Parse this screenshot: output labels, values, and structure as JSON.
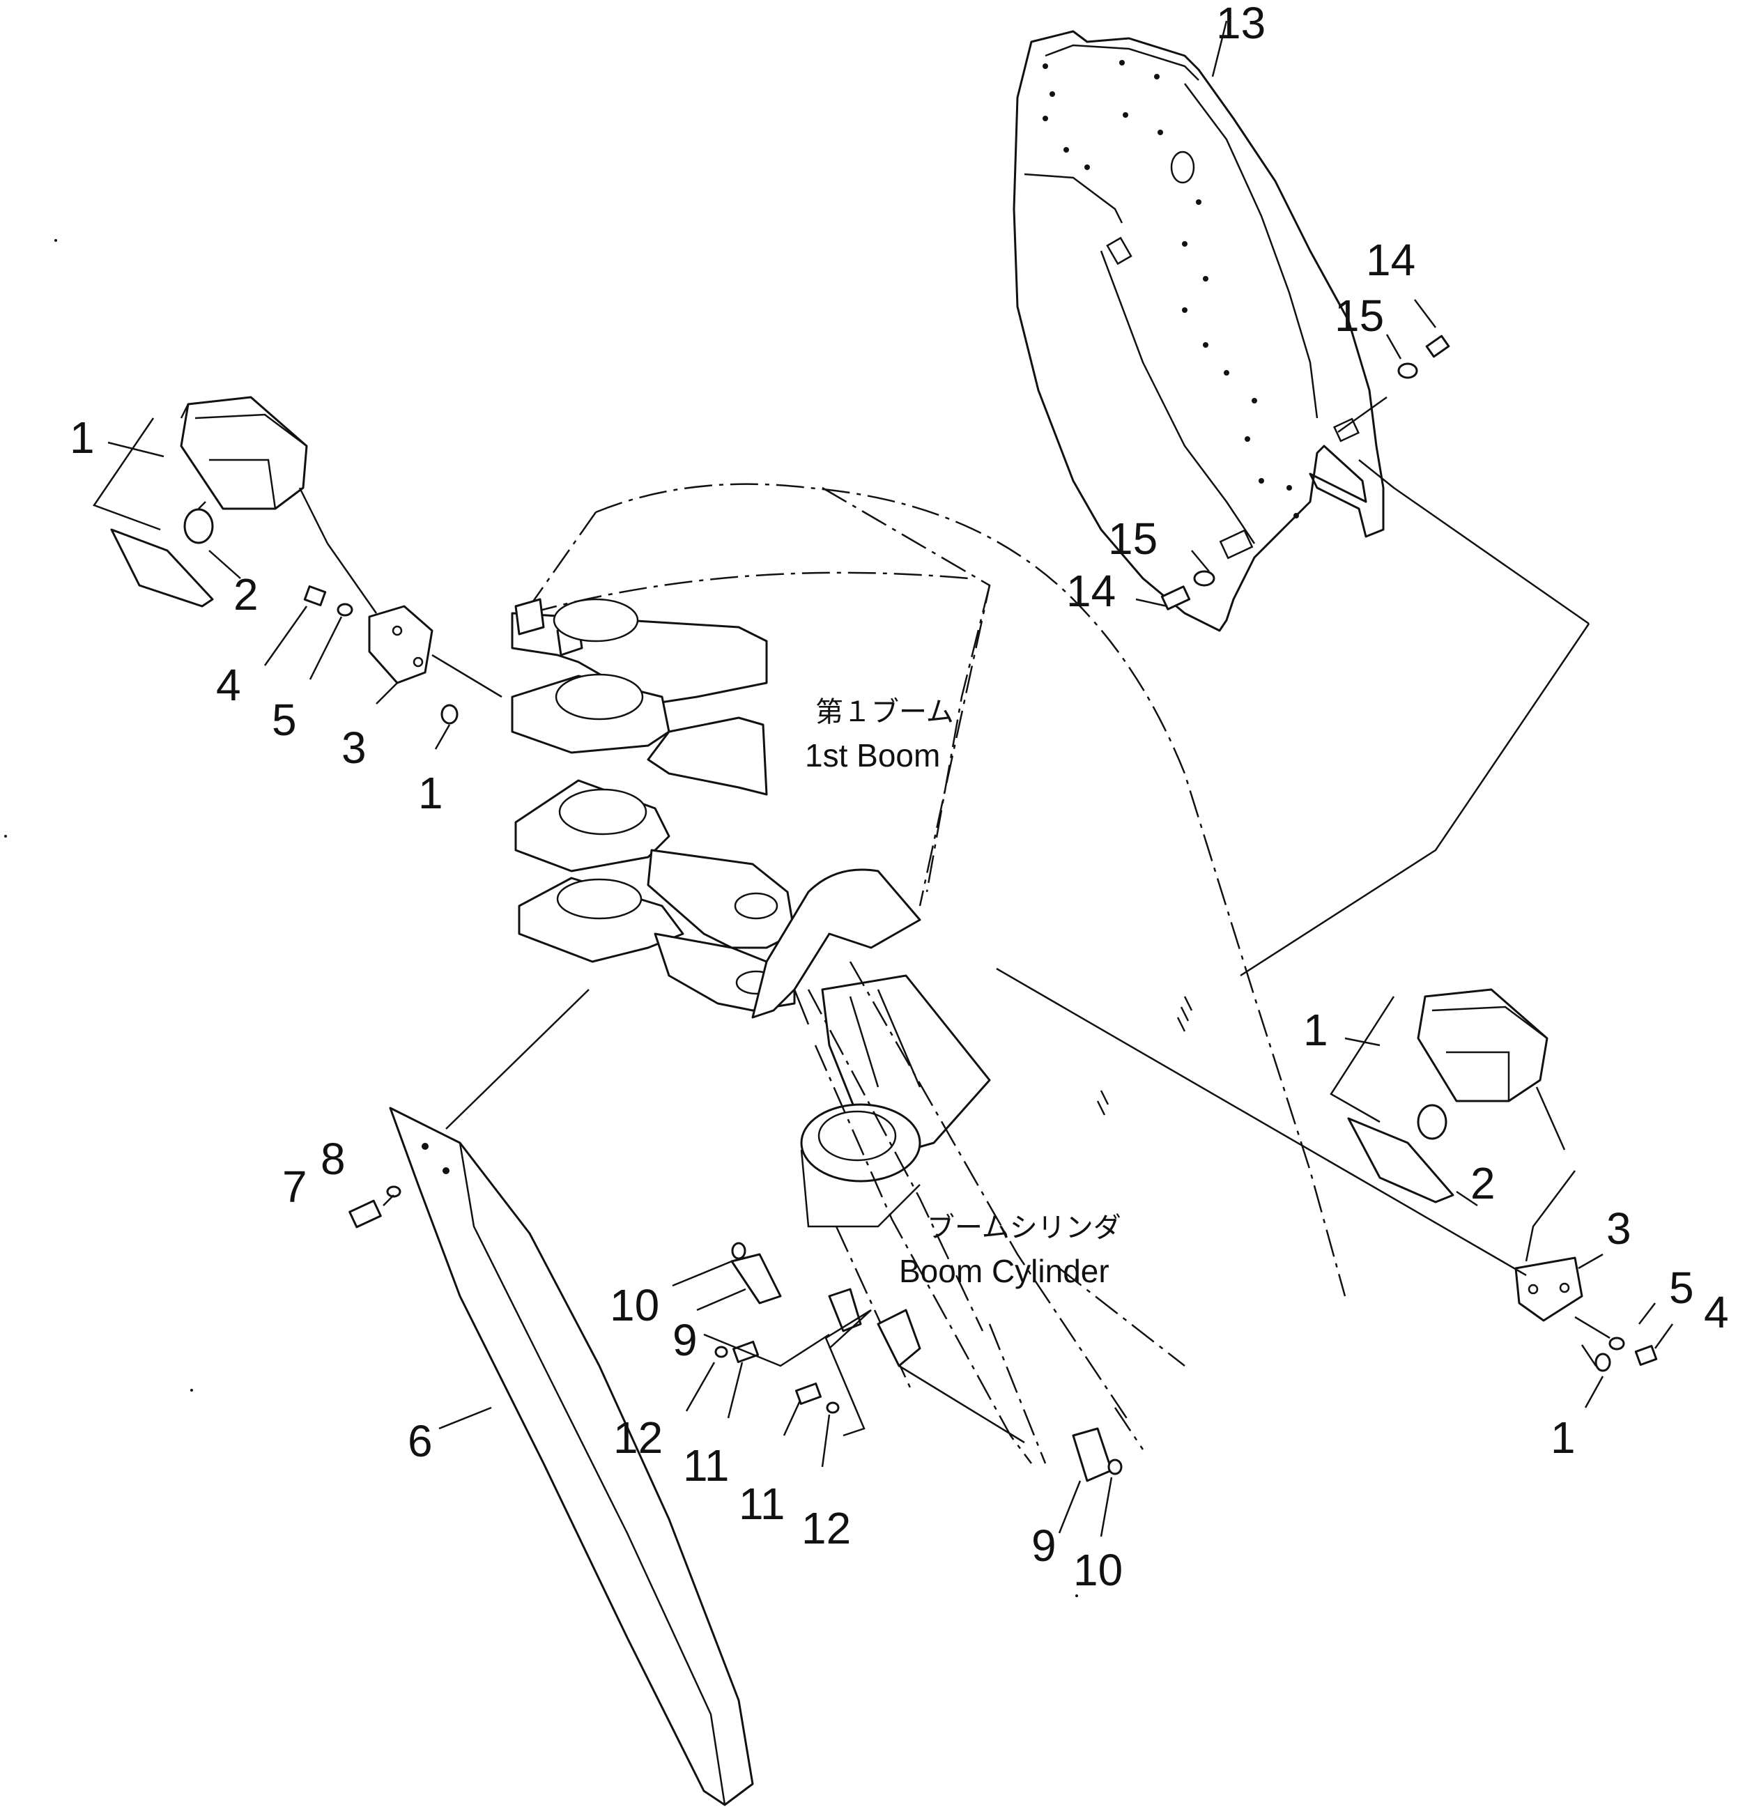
{
  "callouts": {
    "c13": "13",
    "c14_top": "14",
    "c15_top": "15",
    "c15_mid": "15",
    "c14_mid": "14",
    "c1_tl": "1",
    "c2_tl": "2",
    "c4_l": "4",
    "c5_l": "5",
    "c3_l": "3",
    "c1_l_nut": "1",
    "c1_r": "1",
    "c2_r": "2",
    "c3_r": "3",
    "c5_r": "5",
    "c4_r": "4",
    "c1_r_nut": "1",
    "c7": "7",
    "c8": "8",
    "c6": "6",
    "c10_a": "10",
    "c9_a": "9",
    "c12_a": "12",
    "c11_a": "11",
    "c11_b": "11",
    "c12_b": "12",
    "c9_b": "9",
    "c10_b": "10"
  },
  "labels": {
    "first_boom_jp": "第１ブーム",
    "first_boom_en": "1st Boom",
    "boom_cylinder_jp": "ブームシリンダ",
    "boom_cylinder_en": "Boom Cylinder"
  }
}
